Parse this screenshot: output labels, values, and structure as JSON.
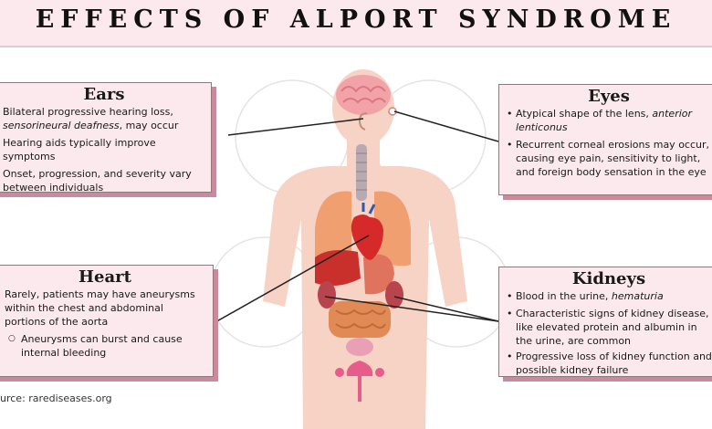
{
  "title": "EFFECTS OF ALPORT SYNDROME",
  "ears": {
    "heading": "Ears",
    "item1_text": "Bilateral progressive hearing loss, ",
    "item1_em": "sensorineural deafness",
    "item1_tail": ", may occur",
    "item2": "Hearing aids typically improve symptoms",
    "item3": "Onset, progression, and severity vary between individuals"
  },
  "eyes": {
    "heading": "Eyes",
    "item1_text": "Atypical shape of the lens, ",
    "item1_em": "anterior lenticonus",
    "item2": "Recurrent corneal erosions may occur, causing eye pain, sensitivity to light, and foreign body sensation in the eye"
  },
  "heart": {
    "heading": "Heart",
    "item1": "Rarely, patients may have aneurysms within the chest and abdominal portions of the aorta",
    "sub1": "Aneurysms can burst and cause internal bleeding"
  },
  "kidneys": {
    "heading": "Kidneys",
    "item1_text": "Blood in the urine, ",
    "item1_em": "hematuria",
    "item2": "Characteristic signs of kidney disease, like elevated protein and albumin in the urine, are common",
    "item3": "Progressive loss of kidney function and possible kidney failure"
  },
  "source": "urce: rarediseases.org",
  "colors": {
    "panel_bg": "#fbe9ee",
    "panel_shadow": "#c98a9c",
    "skin": "#f7d3c6",
    "heart": "#d62a2a",
    "lungs": "#f0a070",
    "kidney": "#b8444e"
  }
}
